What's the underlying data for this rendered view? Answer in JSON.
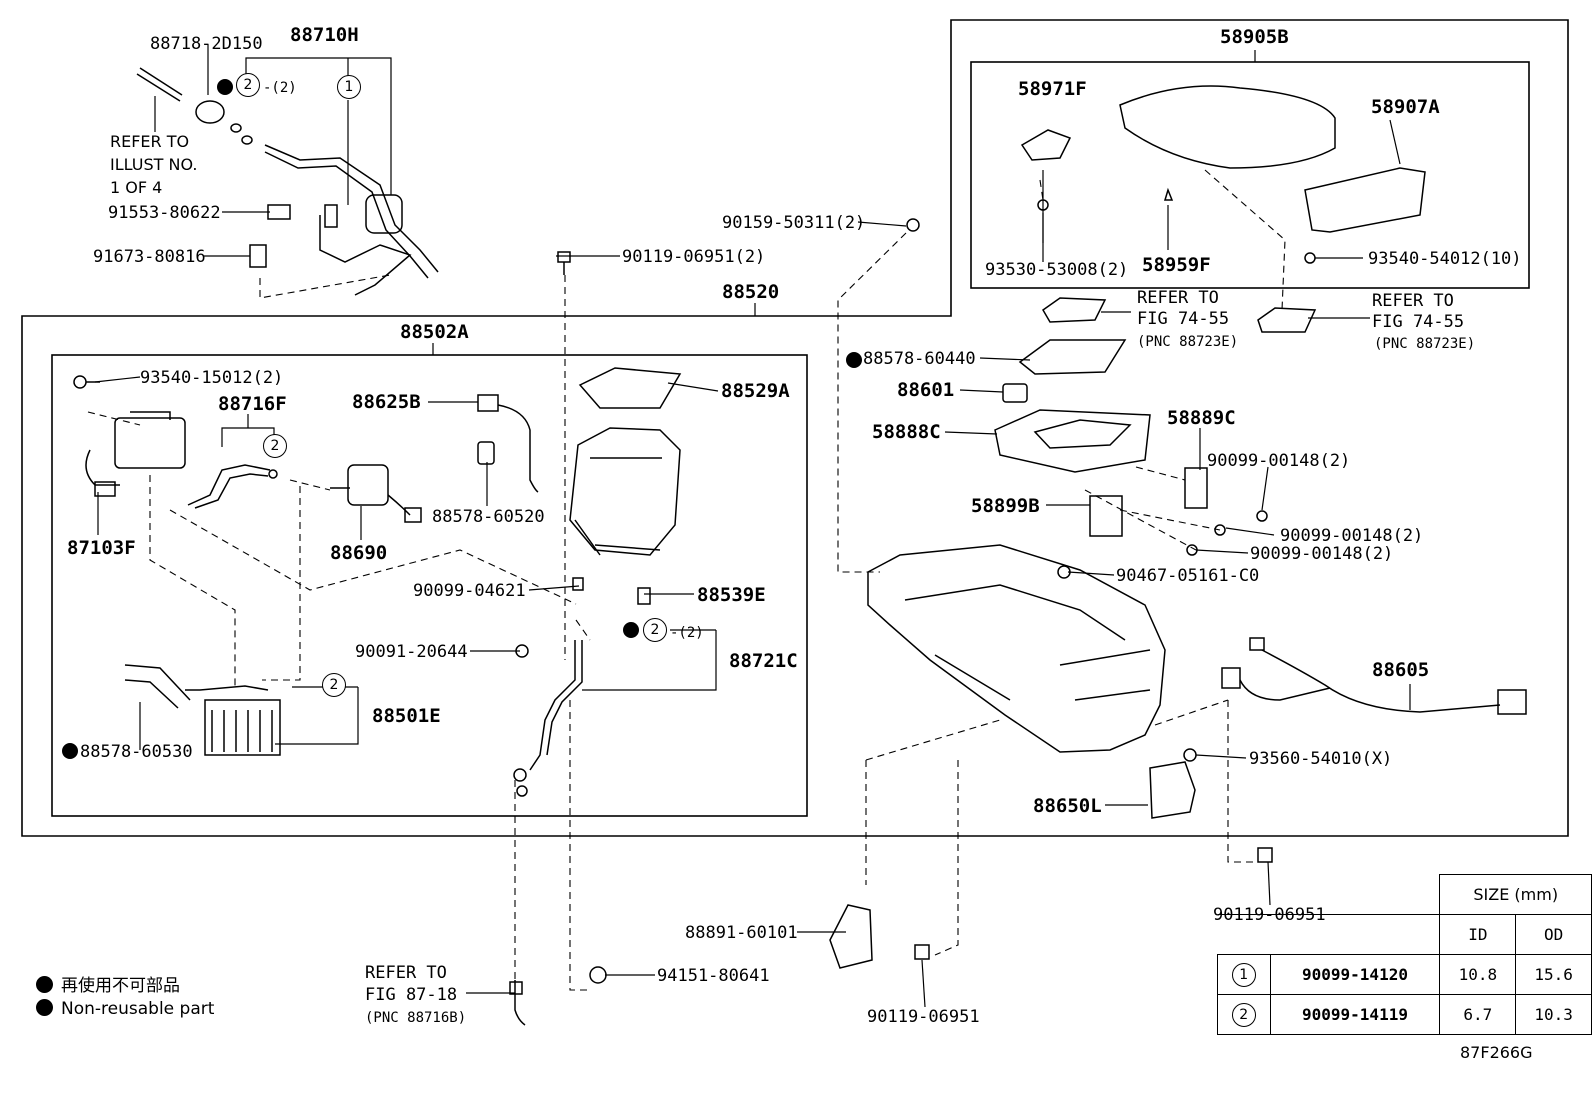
{
  "parts": {
    "p88718": "88718-2D150",
    "p88710H": "88710H",
    "p91553": "91553-80622",
    "p91673": "91673-80816",
    "p88520": "88520",
    "p88502A": "88502A",
    "p93540_15012": "93540-15012(2)",
    "p88716F": "88716F",
    "p88625B": "88625B",
    "p88529A": "88529A",
    "p87103F": "87103F",
    "p88690": "88690",
    "p88578_60520": "88578-60520",
    "p90099_04621": "90099-04621",
    "p88539E": "88539E",
    "p90091": "90091-20644",
    "p88721C": "88721C",
    "p88501E": "88501E",
    "p88578_60530": "88578-60530",
    "p90119_top": "90119-06951(2)",
    "p90159": "90159-50311(2)",
    "p58905B": "58905B",
    "p58971F": "58971F",
    "p58907A": "58907A",
    "p93530": "93530-53008(2)",
    "p58959F": "58959F",
    "p93540_54012": "93540-54012(10)",
    "p88578_60440": "88578-60440",
    "p88601": "88601",
    "p58888C": "58888C",
    "p58889C": "58889C",
    "p90099_00148_a": "90099-00148(2)",
    "p90099_00148_b": "90099-00148(2)",
    "p90099_00148_c": "90099-00148(2)",
    "p58899B": "58899B",
    "p90467": "90467-05161-C0",
    "p88605": "88605",
    "p93560": "93560-54010(X)",
    "p88650L": "88650L",
    "p90119_right": "90119-06951",
    "p88891": "88891-60101",
    "p94151": "94151-80641",
    "p90119_bottom": "90119-06951",
    "qty2a": "-(2)",
    "qty2b": "-(2)",
    "n1": "1",
    "n2": "2"
  },
  "refs": {
    "illust_l1": "REFER TO",
    "illust_l2": "ILLUST NO.",
    "illust_l3": "1 OF 4",
    "fig7455a_l1": "REFER TO",
    "fig7455a_l2": "FIG 74-55",
    "fig7455a_l3": "(PNC 88723E)",
    "fig7455b_l1": "REFER TO",
    "fig7455b_l2": "FIG 74-55",
    "fig7455b_l3": "(PNC 88723E)",
    "fig8718_l1": "REFER TO",
    "fig8718_l2": "FIG 87-18",
    "fig8718_l3": "(PNC 88716B)"
  },
  "legend": {
    "jp": "再使用不可部品",
    "en": "Non-reusable part"
  },
  "size_table": {
    "header": "SIZE (mm)",
    "id": "ID",
    "od": "OD",
    "rows": [
      {
        "num": "1",
        "part": "90099-14120",
        "id": "10.8",
        "od": "15.6"
      },
      {
        "num": "2",
        "part": "90099-14119",
        "id": "6.7",
        "od": "10.3"
      }
    ]
  },
  "figure_code": "87F266G"
}
